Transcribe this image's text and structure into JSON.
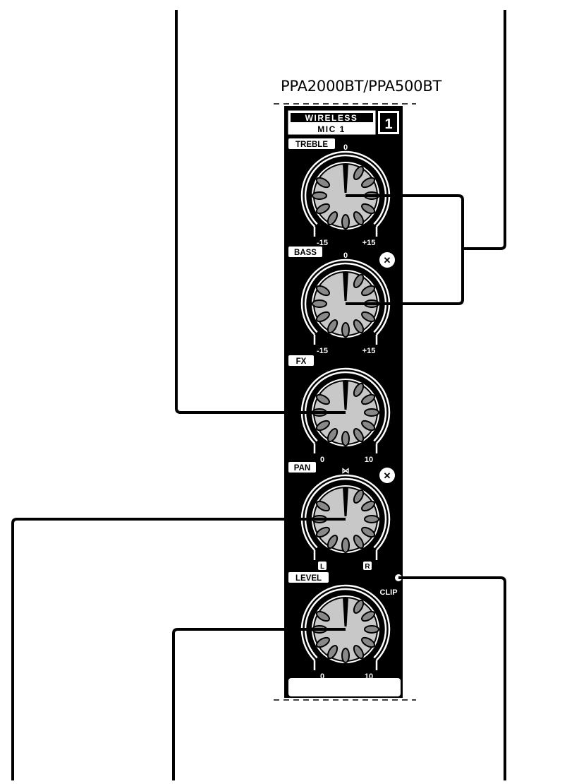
{
  "model_title": "PPA2000BT/PPA500BT",
  "channel": {
    "name_line1": "WIRELESS",
    "name_line2": "MIC 1",
    "number": "1"
  },
  "knobs": [
    {
      "id": "treble",
      "label": "TREBLE",
      "top_mark": "0",
      "min_label": "-15",
      "max_label": "+15",
      "badge": false,
      "min_boxed": false
    },
    {
      "id": "bass",
      "label": "BASS",
      "top_mark": "0",
      "min_label": "-15",
      "max_label": "+15",
      "badge": true,
      "min_boxed": false
    },
    {
      "id": "fx",
      "label": "FX",
      "top_mark": "",
      "min_label": "0",
      "max_label": "10",
      "badge": false,
      "min_boxed": false
    },
    {
      "id": "pan",
      "label": "PAN",
      "top_mark": "⋈",
      "min_label": "L",
      "max_label": "R",
      "badge": true,
      "min_boxed": true
    },
    {
      "id": "level",
      "label": "LEVEL",
      "top_mark": "",
      "min_label": "0",
      "max_label": "10",
      "badge": false,
      "min_boxed": false
    }
  ],
  "clip_label": "CLIP",
  "badge_symbol": "✕",
  "colors": {
    "panel": "#000000",
    "knob_face": "#c8c8c8",
    "line": "#000000",
    "background": "#ffffff"
  }
}
